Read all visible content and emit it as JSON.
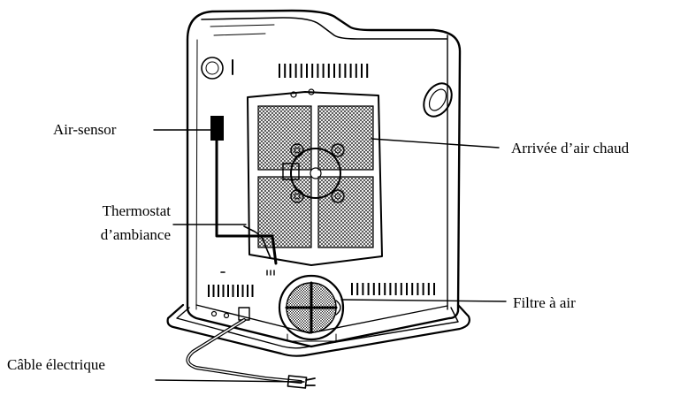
{
  "labels": {
    "air_sensor": "Air-sensor",
    "thermostat_line1": "Thermostat",
    "thermostat_line2": "d’ambiance",
    "cable": "Câble électrique",
    "hot_air_inlet": "Arrivée d’air chaud",
    "air_filter": "Filtre à air"
  },
  "colors": {
    "ink": "#000000",
    "paper": "#ffffff"
  }
}
